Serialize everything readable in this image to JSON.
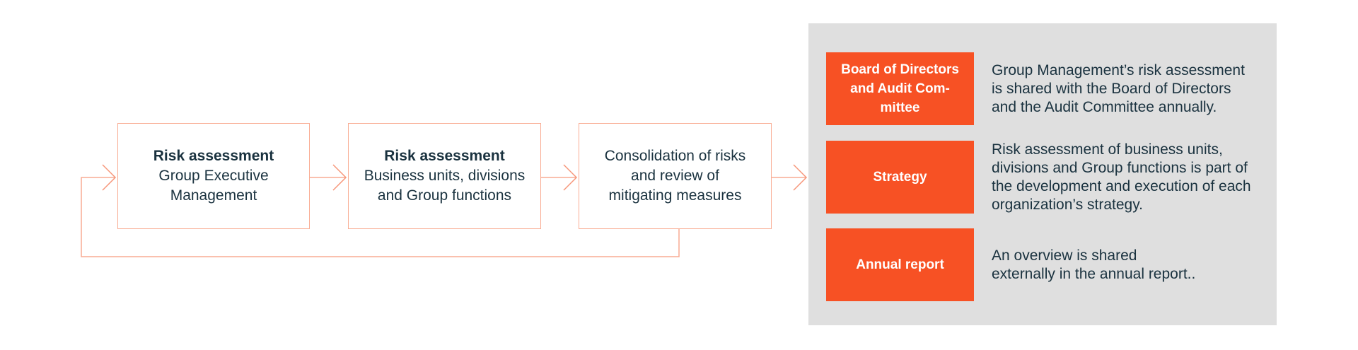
{
  "flow": {
    "boxes": [
      {
        "title": "Risk assessment",
        "text": "Group Executive\nManagement"
      },
      {
        "title": "Risk assessment",
        "text": "Business units, divisions\nand Group functions"
      },
      {
        "title": "",
        "text": "Consolidation of risks\nand review of\nmitigating measures"
      }
    ],
    "arrows": [
      "box1-to-box2",
      "box2-to-box3",
      "box3-to-panel",
      "feedback-loop-to-box1"
    ]
  },
  "panel": {
    "rows": [
      {
        "label": "Board of Directors\nand Audit Com-\nmittee",
        "description": "Group Management’s risk assessment\nis shared with the Board of Directors\nand the Audit Committee annually."
      },
      {
        "label": "Strategy",
        "description": "Risk assessment of business units,\ndivisions and Group functions is part of\nthe development and execution of each\norganization’s strategy."
      },
      {
        "label": "Annual report",
        "description": "An overview is shared\nexternally in the annual report.."
      }
    ]
  },
  "colors": {
    "accent_orange": "#f75124",
    "line_salmon": "#f9ac93",
    "arrowhead_salmon": "#f7977b",
    "panel_gray": "#dfdfdf",
    "text_dark": "#1a323f",
    "background": "#ffffff"
  }
}
